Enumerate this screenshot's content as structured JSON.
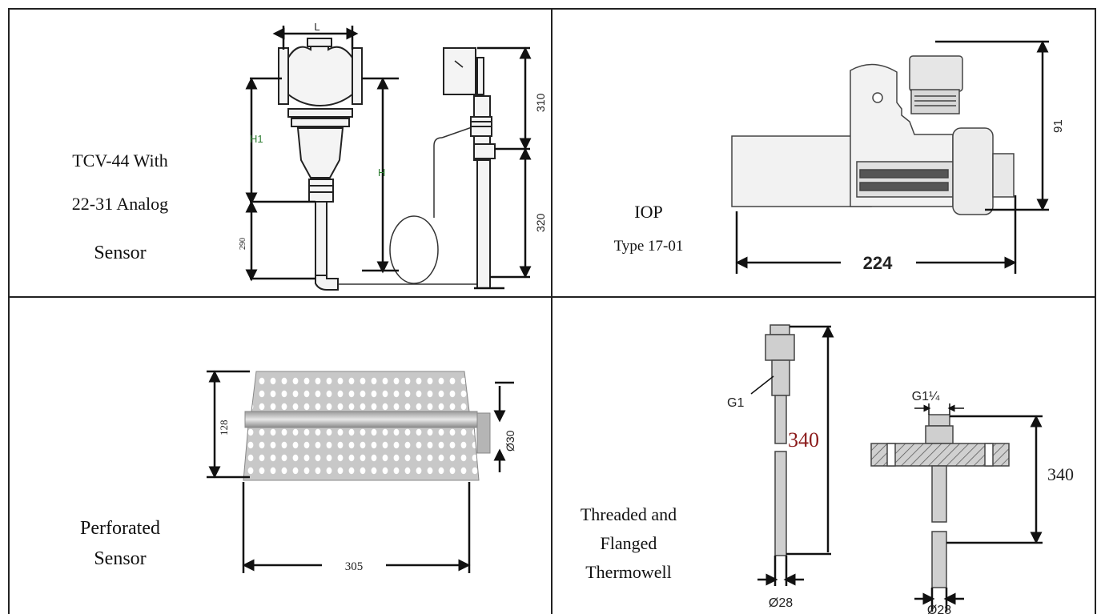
{
  "cells": {
    "tcv": {
      "label_line1": "TCV-44 With",
      "label_line2": "22-31 Analog",
      "label_line3": "Sensor",
      "dims": {
        "L": "L",
        "H1": "H1",
        "H": "H",
        "d290": "290",
        "d310": "310",
        "d320": "320"
      }
    },
    "iop": {
      "label_line1": "IOP",
      "label_line2": "Type 17-01",
      "dims": {
        "d91": "91",
        "d224": "224"
      }
    },
    "perforated": {
      "label_line1": "Perforated",
      "label_line2": "Sensor",
      "dims": {
        "d128": "128",
        "d30": "Ø30",
        "d305": "305"
      }
    },
    "thermowell": {
      "label_line1": "Threaded and",
      "label_line2": "Flanged",
      "label_line3": "Thermowell",
      "dims": {
        "g1": "G1",
        "g114": "G1¼",
        "d340a": "340",
        "d340b": "340",
        "d28a": "Ø28",
        "d28b": "Ø28"
      }
    }
  },
  "colors": {
    "border": "#222222",
    "dim_green": "#2e7d32",
    "dim_red": "#8b1a1a",
    "metal": "#c8c8c8"
  }
}
